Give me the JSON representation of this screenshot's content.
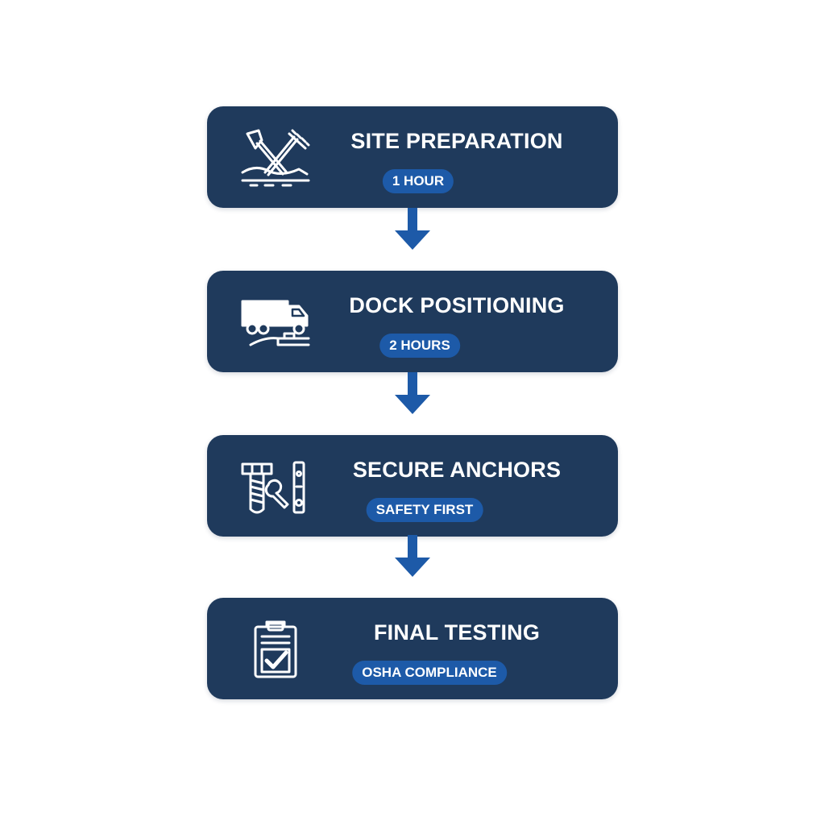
{
  "colors": {
    "card_background": "#1f3a5c",
    "badge_background": "#1d5aa8",
    "arrow": "#1d5aa8",
    "text": "#ffffff",
    "page_background": "#ffffff"
  },
  "steps": [
    {
      "title": "SITE PREPARATION",
      "badge": "1 HOUR",
      "icon": "shovel-rake-icon"
    },
    {
      "title": "DOCK POSITIONING",
      "badge": "2 HOURS",
      "icon": "truck-ramp-icon"
    },
    {
      "title": "SECURE ANCHORS",
      "badge": "SAFETY FIRST",
      "icon": "bolt-wrench-level-icon"
    },
    {
      "title": "FINAL TESTING",
      "badge": "OSHA COMPLIANCE",
      "icon": "clipboard-check-icon"
    }
  ]
}
